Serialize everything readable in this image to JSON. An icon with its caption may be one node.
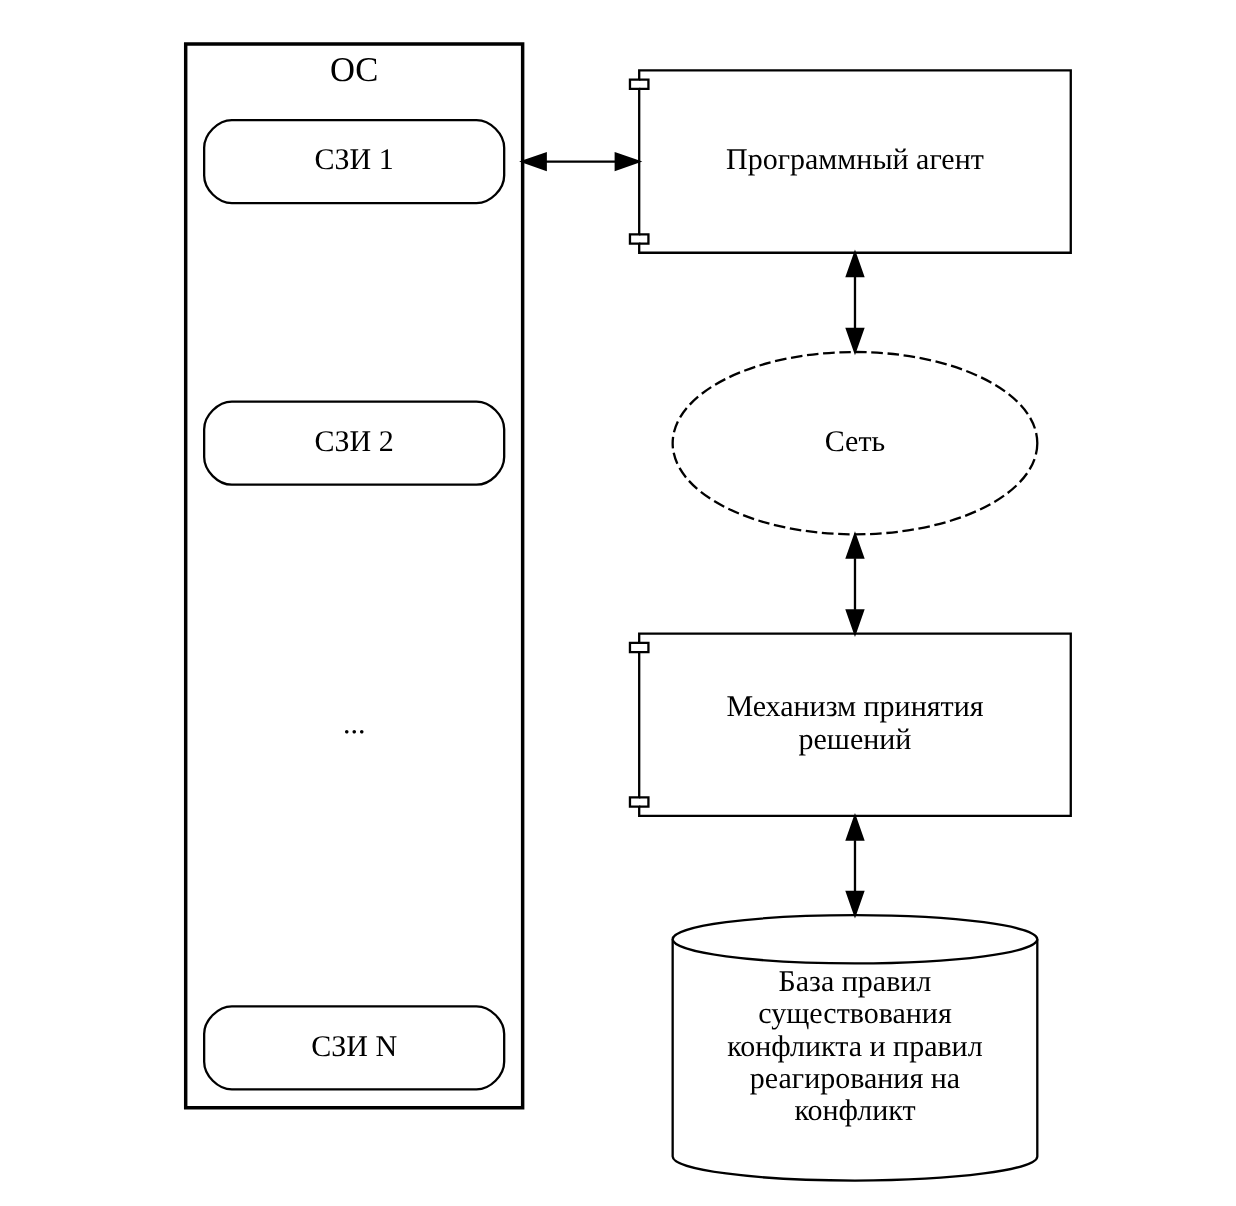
{
  "diagram": {
    "nodes": [
      {
        "text": [
          "ОС"
        ]
      },
      {
        "text": [
          "СЗИ 1"
        ],
        "in": 0
      },
      {
        "text": [
          "СЗИ 2"
        ],
        "in": 0
      },
      {
        "text": [
          "СЗИ N"
        ],
        "in": 0
      },
      {
        "text": [
          "Программный агент"
        ]
      },
      {
        "text": [
          "Сеть"
        ]
      },
      {
        "text": [
          "Механизм принятия решений"
        ]
      },
      {
        "text": [
          "База правил существования конфликта и правил реагирования на конфликт"
        ]
      }
    ],
    "edges": [
      {
        "from": 0,
        "to": 4,
        "arrow": "both"
      },
      {
        "from": 4,
        "to": 5,
        "arrow": "both"
      },
      {
        "from": 5,
        "to": 6,
        "arrow": "both"
      },
      {
        "from": 6,
        "to": 7,
        "arrow": "both"
      }
    ],
    "labels": [
      "..."
    ]
  }
}
